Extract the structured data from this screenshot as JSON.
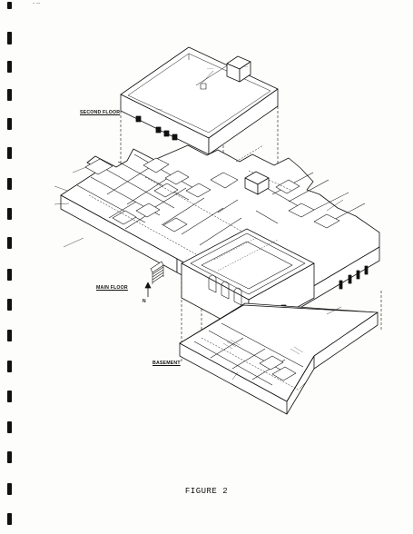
{
  "labels": {
    "second_floor": "SECOND FLOOR",
    "main_floor": "MAIN FLOOR",
    "basement": "BASEMENT"
  },
  "caption": "FIGURE 2",
  "corner_marks": "- --",
  "colors": {
    "ink": "#111111",
    "paper": "#fdfdfb",
    "hatch": "#777777"
  },
  "icons": {
    "binding_holes": "binding-hole-icon",
    "north_arrow": "north-arrow-icon",
    "stairs": "stair-icon"
  }
}
